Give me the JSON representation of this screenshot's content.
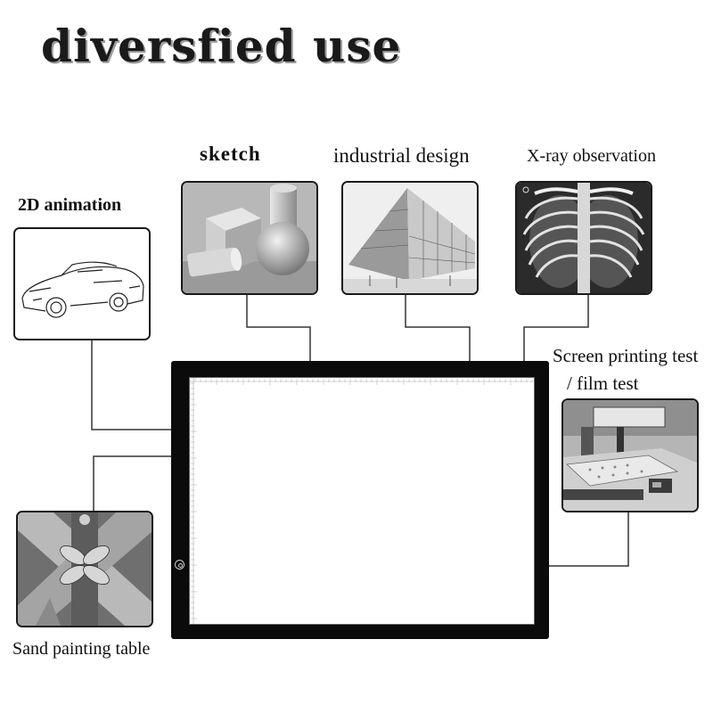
{
  "title": "diversfied use",
  "uses": {
    "animation_2d": "2D animation",
    "sketch": "sketch",
    "industrial_design": "industrial design",
    "xray": "X-ray observation",
    "screen_printing_line1": "Screen printing test",
    "screen_printing_line2": "/ film test",
    "sand_painting": "Sand painting table"
  },
  "icons": {
    "power": "power-button-icon"
  },
  "colors": {
    "pad_frame": "#0b0b0b",
    "wire": "#333333",
    "title_shadow": "#9a9a9a"
  }
}
